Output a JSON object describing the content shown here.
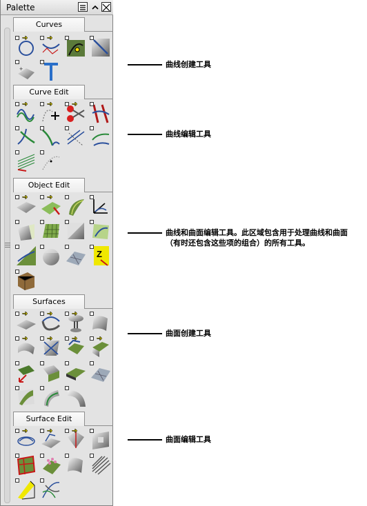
{
  "palette": {
    "title": "Palette",
    "sections": [
      {
        "name": "Curves",
        "tools": [
          "circle",
          "curve-cv",
          "curve-project",
          "curve-blend",
          "text-surface",
          "text-t"
        ]
      },
      {
        "name": "Curve Edit",
        "tools": [
          "curve-wave",
          "curve-point",
          "scissors",
          "curve-red",
          "curve-fillet",
          "curve-join",
          "curve-offset",
          "curve-align",
          "curve-lines",
          "curve-dots"
        ]
      },
      {
        "name": "Object Edit",
        "tools": [
          "move",
          "surface-pick",
          "twist",
          "axis",
          "extend",
          "grid",
          "corner",
          "curve-on-surface",
          "sweep",
          "sphere",
          "patch",
          "align-z",
          "cube"
        ]
      },
      {
        "name": "Surfaces",
        "tools": [
          "plane",
          "revolve",
          "goblet",
          "tube",
          "bend",
          "cross",
          "blend",
          "extrude",
          "arrow",
          "square",
          "slab",
          "patch",
          "wave",
          "curve-surface",
          "pipe"
        ]
      },
      {
        "name": "Surface Edit",
        "tools": [
          "trim",
          "project",
          "fillet",
          "cutout",
          "frame",
          "scatter",
          "tube",
          "lines",
          "wedge",
          "curves"
        ]
      }
    ]
  },
  "callouts": [
    {
      "line1": "曲线创建工具",
      "line2": ""
    },
    {
      "line1": "曲线编辑工具",
      "line2": ""
    },
    {
      "line1": "曲线和曲面编辑工具。此区域包含用于处理曲线和曲面",
      "line2": "（有时还包含这些项的组合）的所有工具。"
    },
    {
      "line1": "曲面创建工具",
      "line2": ""
    },
    {
      "line1": "曲面编辑工具",
      "line2": ""
    }
  ]
}
